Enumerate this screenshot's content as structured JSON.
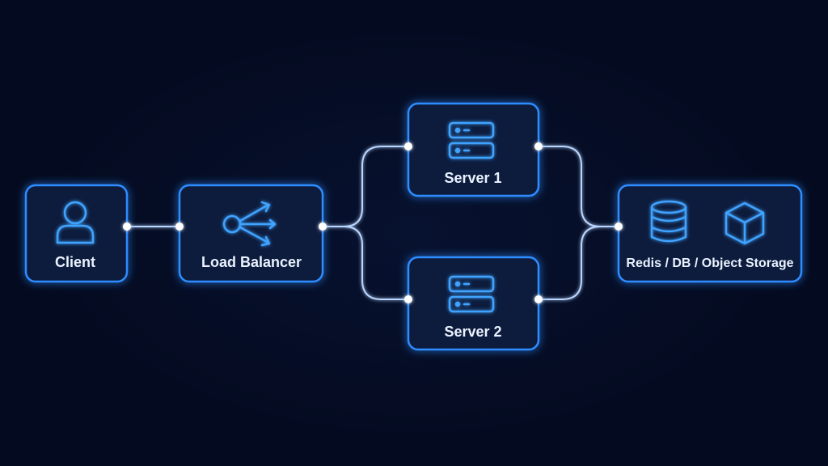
{
  "colors": {
    "background": "#040a1f",
    "node_fill": "#081a3e",
    "node_stroke": "#2f8cff",
    "glow": "#1f6bff",
    "icon_stroke": "#3fa3ff",
    "connector": "#b9d6ff",
    "label": "#eaf2ff"
  },
  "nodes": {
    "client": {
      "label": "Client",
      "icon": "user-icon"
    },
    "load_balancer": {
      "label": "Load Balancer",
      "icon": "split-arrows-icon"
    },
    "server1": {
      "label": "Server 1",
      "icon": "server-rack-icon"
    },
    "server2": {
      "label": "Server 2",
      "icon": "server-rack-icon"
    },
    "storage": {
      "label": "Redis / DB / Object Storage",
      "icons": [
        "database-icon",
        "cube-icon"
      ]
    }
  },
  "edges": [
    {
      "from": "client",
      "to": "load_balancer"
    },
    {
      "from": "load_balancer",
      "to": "server1"
    },
    {
      "from": "load_balancer",
      "to": "server2"
    },
    {
      "from": "server1",
      "to": "storage"
    },
    {
      "from": "server2",
      "to": "storage"
    }
  ]
}
